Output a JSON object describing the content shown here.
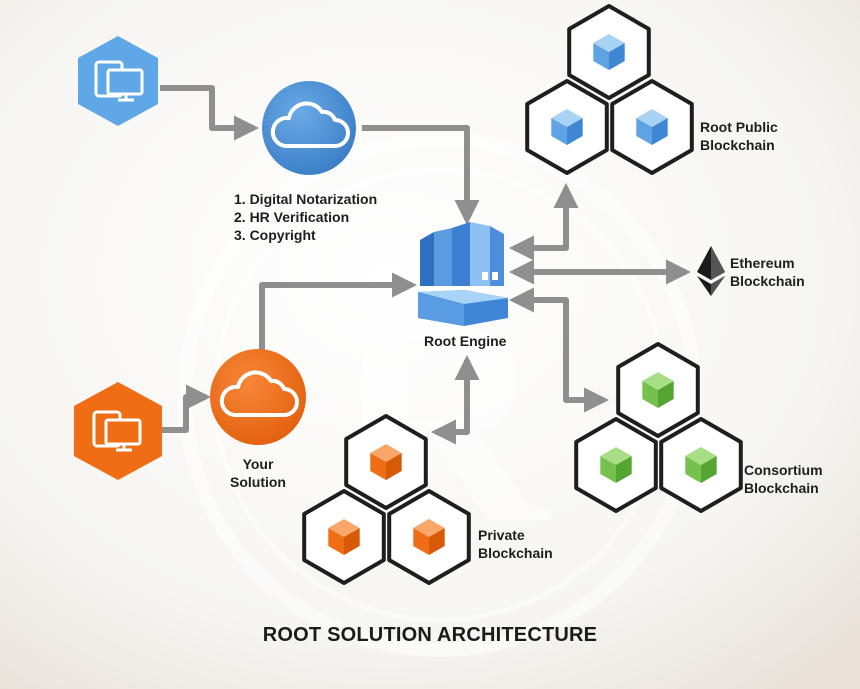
{
  "notarization_list": [
    "1. Digital Notarization",
    "2. HR Verification",
    "3. Copyright"
  ],
  "labels": {
    "root_engine": "Root Engine",
    "your_solution": [
      "Your",
      "Solution"
    ],
    "root_public": [
      "Root Public",
      "Blockchain"
    ],
    "ethereum": [
      "Ethereum",
      "Blockchain"
    ],
    "consortium": [
      "Consortium",
      "Blockchain"
    ],
    "private": [
      "Private",
      "Blockchain"
    ]
  },
  "footer_title": "ROOT SOLUTION ARCHITECTURE",
  "colors": {
    "background": "#f3f1ee",
    "connector": "#8f8f8f",
    "blue_cloud": "#4b91d6",
    "orange": "#ef6d14",
    "light_blue_device": "#5fa7e6",
    "green_cube": "#72c04b",
    "engine_blue": "#3a7fd0"
  },
  "icons": [
    "devices-icon",
    "cloud-icon",
    "root-engine-icon",
    "cube-cluster-icon",
    "ethereum-icon",
    "watermark-logo"
  ]
}
